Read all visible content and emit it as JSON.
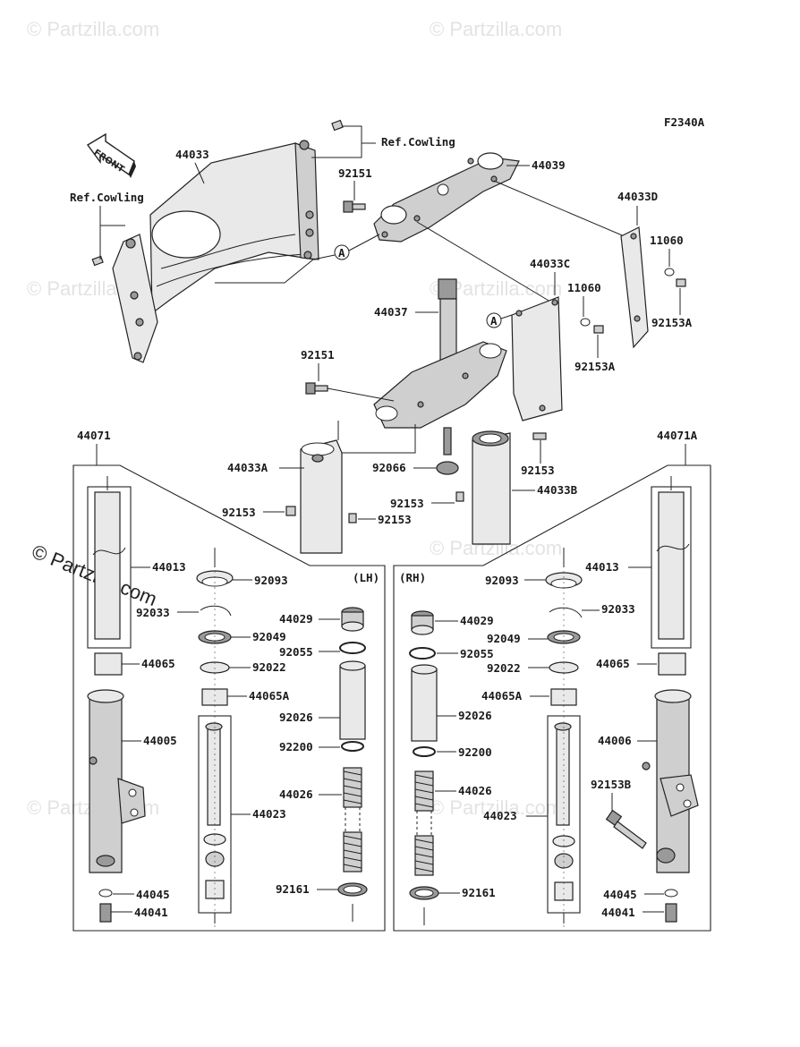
{
  "figure_code": "F2340A",
  "front_label": "FRONT",
  "ref_cowling_top": "Ref.Cowling",
  "ref_cowling_left": "Ref.Cowling",
  "marker_a": "A",
  "panel_lh": "(LH)",
  "panel_rh": "(RH)",
  "watermark": "© Partzilla.com",
  "callouts": {
    "p44033": "44033",
    "p92151_top": "92151",
    "p44039": "44039",
    "p44033D": "44033D",
    "p11060_r": "11060",
    "p92153A_r": "92153A",
    "p44033C": "44033C",
    "p11060_m": "11060",
    "p92153A_m": "92153A",
    "p44037": "44037",
    "p92151_mid": "92151",
    "p44071": "44071",
    "p44071A": "44071A",
    "p44033A": "44033A",
    "p92066": "92066",
    "p92153_a": "92153",
    "p92153_b": "92153",
    "p92153_c": "92153",
    "p92153_d": "92153",
    "p44033B": "44033B",
    "lh_44013": "44013",
    "lh_92093": "92093",
    "lh_92033": "92033",
    "lh_92049": "92049",
    "lh_44029": "44029",
    "lh_92055": "92055",
    "lh_44065": "44065",
    "lh_92022": "92022",
    "lh_44065A": "44065A",
    "lh_92026": "92026",
    "lh_44005": "44005",
    "lh_92200": "92200",
    "lh_44026": "44026",
    "lh_44023": "44023",
    "lh_92161": "92161",
    "lh_44045": "44045",
    "lh_44041": "44041",
    "rh_44029": "44029",
    "rh_44013": "44013",
    "rh_92093": "92093",
    "rh_92033": "92033",
    "rh_92049": "92049",
    "rh_92055": "92055",
    "rh_92022": "92022",
    "rh_44065": "44065",
    "rh_44065A": "44065A",
    "rh_92026": "92026",
    "rh_44006": "44006",
    "rh_92200": "92200",
    "rh_92153B": "92153B",
    "rh_44026": "44026",
    "rh_44023": "44023",
    "rh_92161": "92161",
    "rh_44045": "44045",
    "rh_44041": "44041"
  }
}
